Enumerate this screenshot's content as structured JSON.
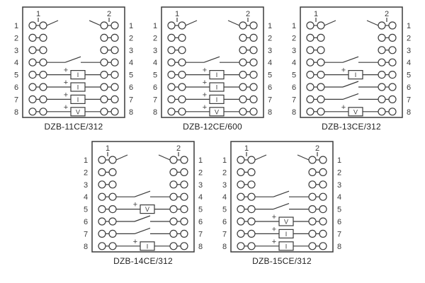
{
  "colors": {
    "line": "#3b3b3b",
    "label": "#222222",
    "background": "#ffffff"
  },
  "symbols": {
    "plus": "+",
    "terminal": "circle",
    "current_coil": "I",
    "voltage_coil": "V"
  },
  "diagrams": [
    {
      "label": "DZB-11CE/312",
      "col1": "1",
      "col2": "2",
      "left_numbers": [
        "1",
        "2",
        "3",
        "4",
        "5",
        "6",
        "7",
        "8"
      ],
      "right_numbers": [
        "1",
        "2",
        "3",
        "4",
        "5",
        "6",
        "7",
        "8"
      ],
      "rows": [
        {
          "type": "sw2"
        },
        {
          "type": "plain"
        },
        {
          "type": "plain"
        },
        {
          "type": "switch"
        },
        {
          "type": "coil",
          "coil": "I"
        },
        {
          "type": "coil",
          "coil": "I"
        },
        {
          "type": "coil",
          "coil": "I"
        },
        {
          "type": "coil",
          "coil": "V"
        }
      ]
    },
    {
      "label": "DZB-12CE/600",
      "col1": "1",
      "col2": "2",
      "left_numbers": [
        "1",
        "2",
        "3",
        "4",
        "5",
        "6",
        "7",
        "8"
      ],
      "right_numbers": [
        "1",
        "2",
        "3",
        "4",
        "5",
        "6",
        "7",
        "8"
      ],
      "rows": [
        {
          "type": "sw2"
        },
        {
          "type": "plain"
        },
        {
          "type": "plain"
        },
        {
          "type": "switch"
        },
        {
          "type": "coil",
          "coil": "I"
        },
        {
          "type": "coil",
          "coil": "I"
        },
        {
          "type": "coil",
          "coil": "I"
        },
        {
          "type": "coil",
          "coil": "V"
        }
      ]
    },
    {
      "label": "DZB-13CE/312",
      "col1": "1",
      "col2": "2",
      "left_numbers": [
        "1",
        "2",
        "3",
        "4",
        "5",
        "6",
        "7",
        "8"
      ],
      "right_numbers": [
        "1",
        "2",
        "3",
        "4",
        "5",
        "6",
        "7",
        "8"
      ],
      "rows": [
        {
          "type": "sw2"
        },
        {
          "type": "plain"
        },
        {
          "type": "plain"
        },
        {
          "type": "switch"
        },
        {
          "type": "coil",
          "coil": "I"
        },
        {
          "type": "switch"
        },
        {
          "type": "switch"
        },
        {
          "type": "coil",
          "coil": "V"
        }
      ]
    },
    {
      "label": "DZB-14CE/312",
      "col1": "1",
      "col2": "2",
      "left_numbers": [
        "1",
        "2",
        "3",
        "4",
        "5",
        "6",
        "7",
        "8"
      ],
      "right_numbers": [
        "1",
        "2",
        "3",
        "4",
        "5",
        "6",
        "7",
        "8"
      ],
      "rows": [
        {
          "type": "sw2"
        },
        {
          "type": "plain"
        },
        {
          "type": "plain"
        },
        {
          "type": "switch"
        },
        {
          "type": "coil",
          "coil": "V"
        },
        {
          "type": "switch"
        },
        {
          "type": "switch"
        },
        {
          "type": "coil",
          "coil": "I"
        }
      ]
    },
    {
      "label": "DZB-15CE/312",
      "col1": "1",
      "col2": "2",
      "left_numbers": [
        "1",
        "2",
        "3",
        "4",
        "5",
        "6",
        "7",
        "8"
      ],
      "right_numbers": [
        "1",
        "2",
        "3",
        "4",
        "5",
        "6",
        "7",
        "8"
      ],
      "rows": [
        {
          "type": "sw2"
        },
        {
          "type": "plain"
        },
        {
          "type": "plain"
        },
        {
          "type": "switch"
        },
        {
          "type": "switch"
        },
        {
          "type": "coil",
          "coil": "V"
        },
        {
          "type": "coil",
          "coil": "I"
        },
        {
          "type": "coil",
          "coil": "I"
        }
      ]
    }
  ]
}
